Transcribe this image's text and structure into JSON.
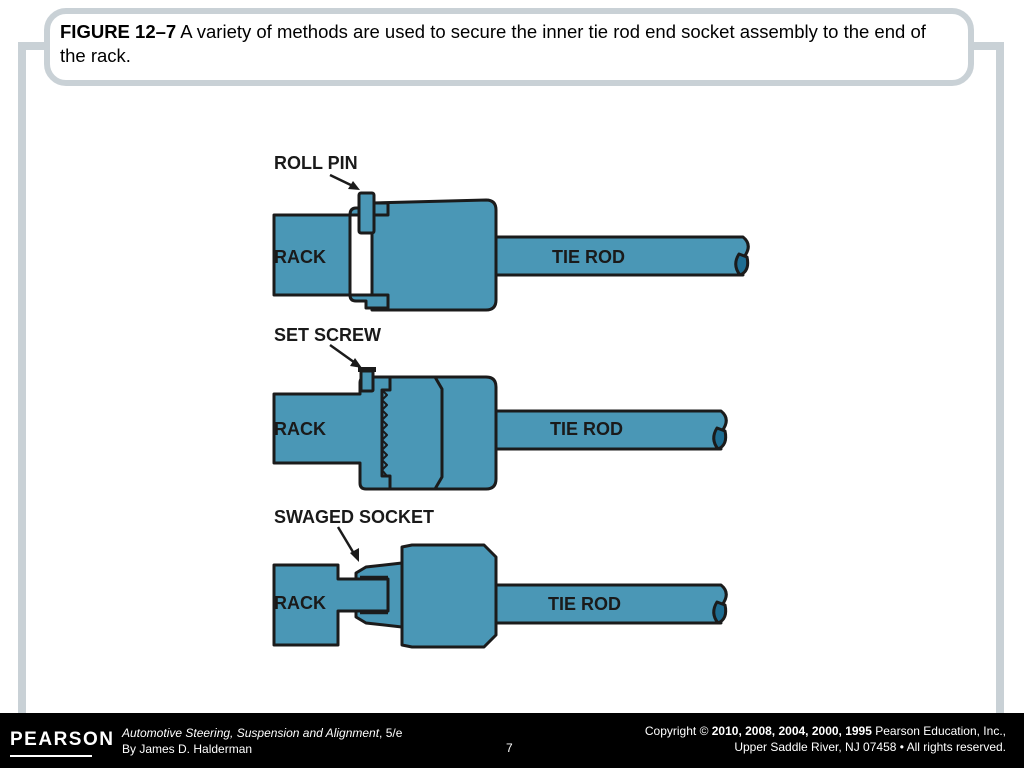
{
  "caption": {
    "figure_label": "FIGURE 12–7",
    "text": " A variety of methods are used to secure the inner tie rod end socket assembly to the end of the rack."
  },
  "diagram": {
    "panels": [
      {
        "method": "ROLL PIN",
        "rack": "RACK",
        "tie_rod": "TIE ROD"
      },
      {
        "method": "SET SCREW",
        "rack": "RACK",
        "tie_rod": "TIE ROD"
      },
      {
        "method": "SWAGED SOCKET",
        "rack": "RACK",
        "tie_rod": "TIE ROD"
      }
    ],
    "colors": {
      "part_fill": "#4a97b6",
      "outline": "#1b1b1b"
    }
  },
  "footer": {
    "logo": "PEARSON",
    "book_title": "Automotive Steering, Suspension and Alignment",
    "edition": ", 5/e",
    "author": "By James D. Halderman",
    "page_number": "7",
    "copyright_prefix": "Copyright © ",
    "copyright_years": "2010, 2008, 2004, 2000, 1995",
    "copyright_holder": " Pearson Education, Inc.,",
    "copyright_line2": "Upper Saddle River, NJ 07458 • All rights reserved."
  }
}
